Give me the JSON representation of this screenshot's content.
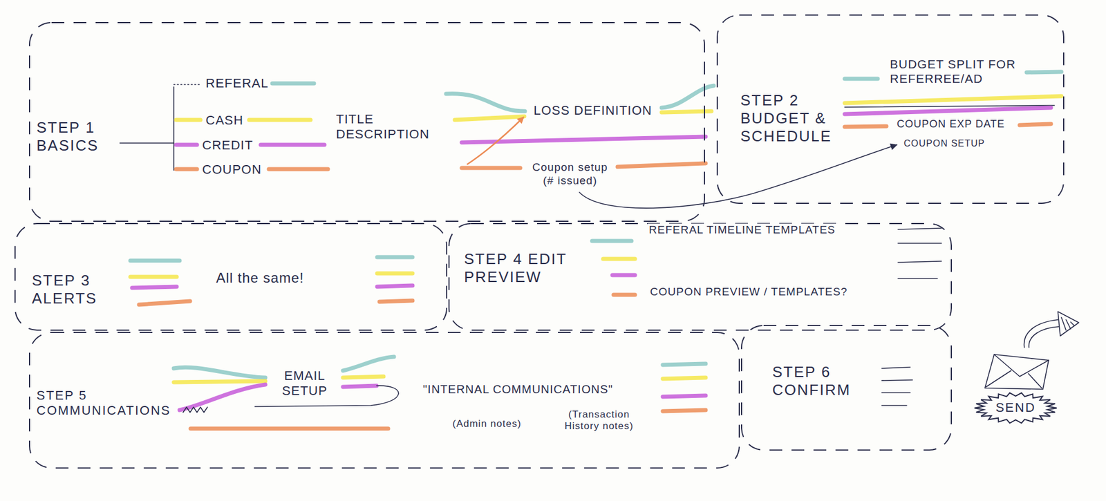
{
  "diagram": {
    "nodes": [
      {
        "text": [
          "STEP 1 BASICS"
        ]
      },
      {
        "text": [
          "STEP 2 BUDGET & SCHEDULE"
        ]
      },
      {
        "text": [
          "STEP 3 ALERTS"
        ]
      },
      {
        "text": [
          "STEP 4 EDIT PREVIEW"
        ]
      },
      {
        "text": [
          "STEP 5 COMMUNICATIONS"
        ]
      },
      {
        "text": [
          "STEP 6 CONFIRM"
        ]
      },
      {
        "text": [
          "SEND"
        ]
      }
    ],
    "labels": [
      "REFERAL",
      "CASH",
      "CREDIT",
      "COUPON",
      "TITLE DESCRIPTION",
      "LOSS DEFINITION",
      "Coupon setup (# issued)",
      "BUDGET SPLIT FOR REFERREE/AD",
      "COUPON EXP DATE",
      "COUPON SETUP",
      "All the same!",
      "REFERAL TIMELINE TEMPLATES",
      "COUPON PREVIEW / TEMPLATES?",
      "EMAIL SETUP",
      "\"INTERNAL COMMUNICATIONS\"",
      "(Admin notes)",
      "(Transaction History notes)"
    ]
  }
}
